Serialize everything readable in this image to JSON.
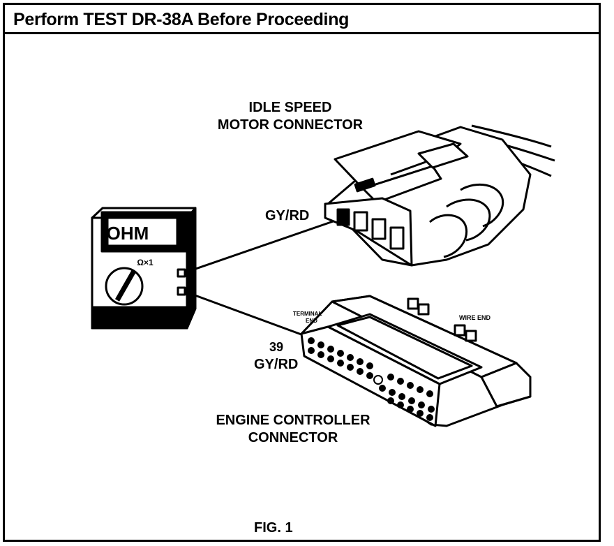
{
  "title": "Perform TEST DR-38A Before Proceeding",
  "labels": {
    "idle_speed_line1": "IDLE SPEED",
    "idle_speed_line2": "MOTOR CONNECTOR",
    "wire_top": "GY/RD",
    "pin_number": "39",
    "wire_bottom": "GY/RD",
    "engine_line1": "ENGINE CONTROLLER",
    "engine_line2": "CONNECTOR",
    "terminal_end_line1": "TERMINAL",
    "terminal_end_line2": "END",
    "wire_end": "WIRE END",
    "figure": "FIG. 1"
  },
  "meter": {
    "display": "OHM",
    "range": "Ω×1"
  }
}
